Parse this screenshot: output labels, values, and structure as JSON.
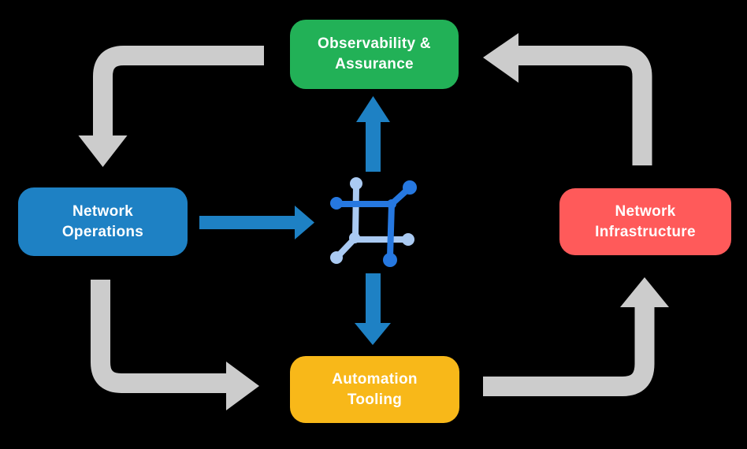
{
  "colors": {
    "background": "#000000",
    "box_observability": "#22b157",
    "box_operations": "#1e81c4",
    "box_infrastructure": "#ff5a5a",
    "box_automation": "#f8b819",
    "box_text": "#ffffff",
    "arrow_gray": "#cccccc",
    "arrow_blue": "#1e81c4",
    "icon_dark_blue": "#2678e0",
    "icon_light_blue": "#aacaf2"
  },
  "boxes": {
    "observability": {
      "line1": "Observability &",
      "line2": "Assurance"
    },
    "operations": {
      "line1": "Network",
      "line2": "Operations"
    },
    "infrastructure": {
      "line1": "Network",
      "line2": "Infrastructure"
    },
    "automation": {
      "line1": "Automation",
      "line2": "Tooling"
    }
  },
  "icons": {
    "center": "network-automation-icon"
  }
}
